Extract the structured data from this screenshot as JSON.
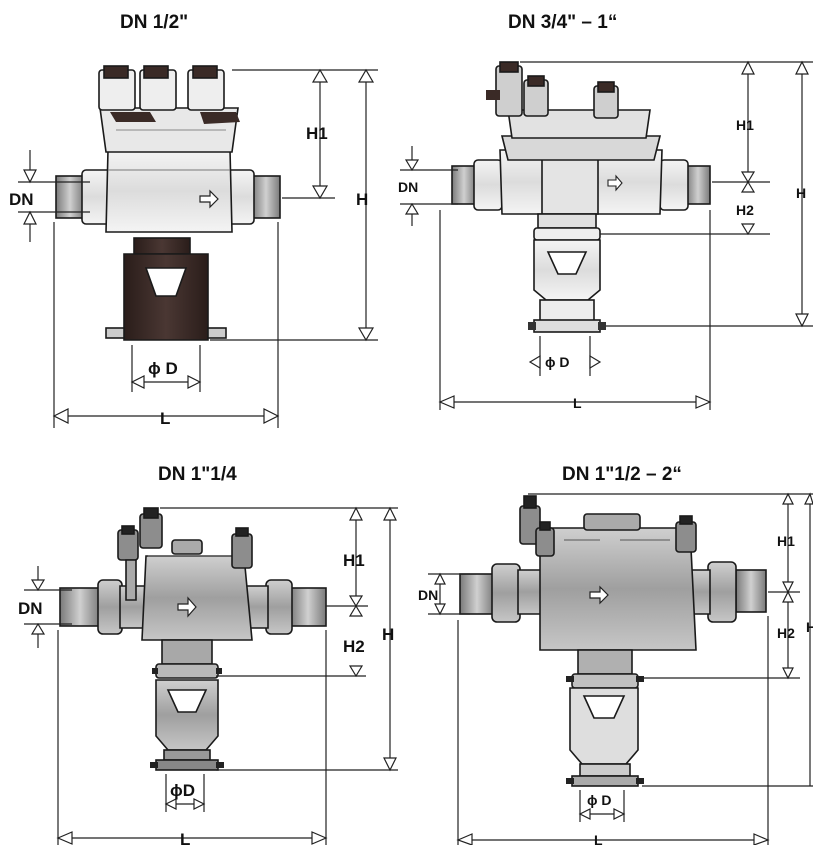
{
  "panels": [
    {
      "title": "DN 1/2\"",
      "labels": {
        "dn": "DN",
        "h1": "H1",
        "h": "H",
        "d": "ϕ D",
        "l": "L"
      }
    },
    {
      "title": "DN 3/4\" – 1“",
      "labels": {
        "dn": "DN",
        "h1": "H1",
        "h2": "H2",
        "h": "H",
        "d": "ϕ D",
        "l": "L"
      }
    },
    {
      "title": "DN 1\"1/4",
      "labels": {
        "dn": "DN",
        "h1": "H1",
        "h2": "H2",
        "h": "H",
        "d": "ϕD",
        "l": "L"
      }
    },
    {
      "title": "DN 1\"1/2 – 2“",
      "labels": {
        "dn": "DN",
        "h1": "H1",
        "h2": "H2",
        "h": "H",
        "d": "ϕ D",
        "l": "L"
      }
    }
  ],
  "colors": {
    "dark_body": "#3a2a26",
    "light_metal": "#e6e6e6",
    "mid_metal": "#bdbdbd",
    "dark_metal": "#8d8d8d",
    "outline": "#1a1a1a"
  }
}
